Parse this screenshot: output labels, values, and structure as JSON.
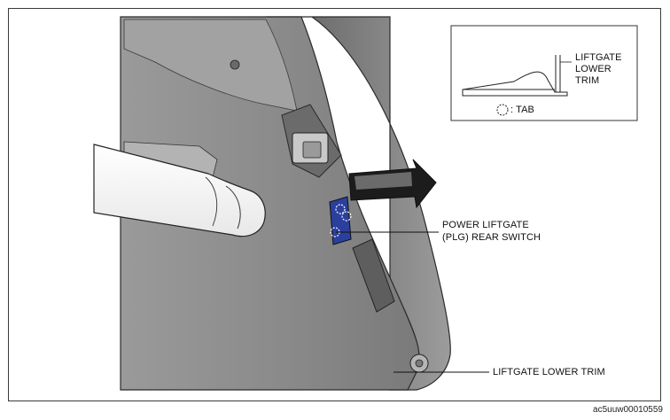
{
  "inset": {
    "label_line1": "LIFTGATE",
    "label_line2": "LOWER",
    "label_line3": "TRIM",
    "tab_legend": ": TAB"
  },
  "callouts": {
    "plg_switch_line1": "POWER LIFTGATE",
    "plg_switch_line2": "(PLG) REAR SWITCH",
    "liftgate_lower_trim": "LIFTGATE LOWER TRIM"
  },
  "document_id": "ac5uuw00010559",
  "colors": {
    "panel": "#8e8e8e",
    "panel_dark": "#6f6f6f",
    "switch_blue": "#2b3f9e",
    "arrow": "#1c1c1c"
  }
}
